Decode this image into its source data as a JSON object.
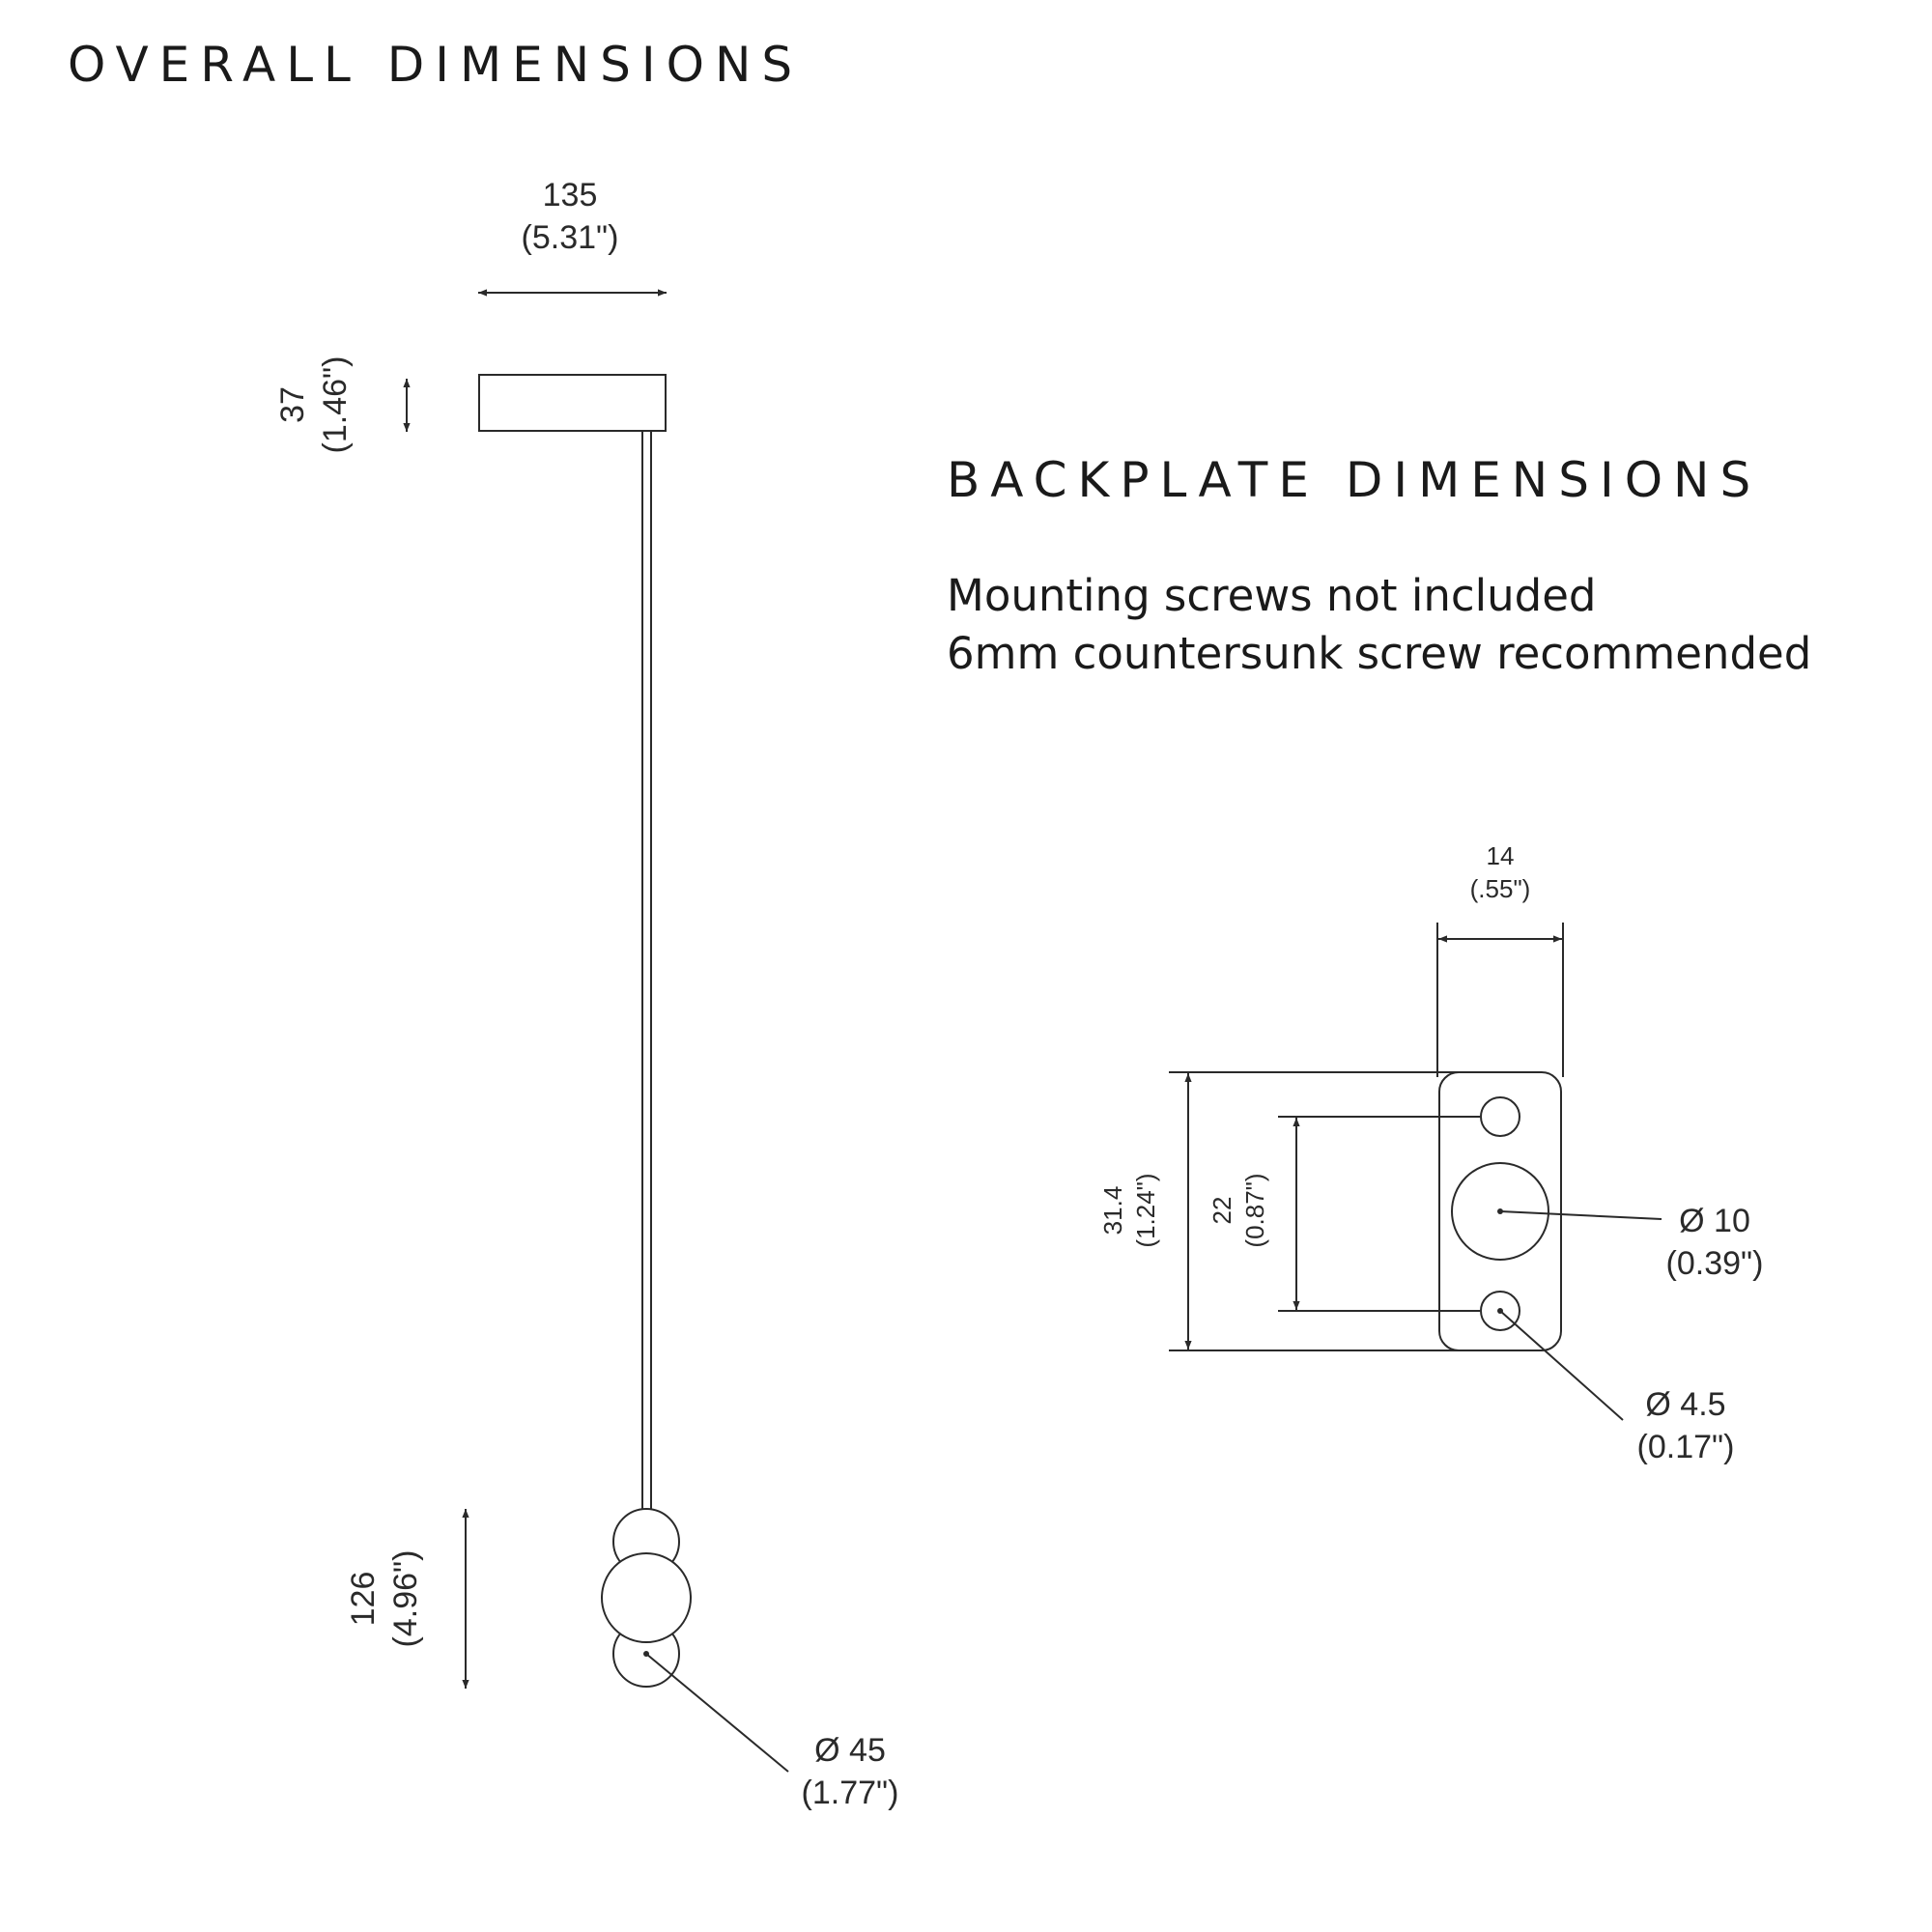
{
  "overall": {
    "title": "OVERALL DIMENSIONS",
    "canopy_width": {
      "mm": "135",
      "in": "(5.31\")"
    },
    "canopy_height": {
      "mm": "37",
      "in": "(1.46\")"
    },
    "shade_height": {
      "mm": "126",
      "in": "(4.96\")"
    },
    "shade_diameter": {
      "mm": "Ø 45",
      "in": "(1.77\")"
    }
  },
  "backplate": {
    "title": "BACKPLATE DIMENSIONS",
    "note_line1": "Mounting screws not included",
    "note_line2": "6mm countersunk screw recommended",
    "width": {
      "mm": "14",
      "in": "(.55\")"
    },
    "height": {
      "mm": "31.4",
      "in": "(1.24\")"
    },
    "hole_spacing": {
      "mm": "22",
      "in": "(0.87\")"
    },
    "center_hole": {
      "mm": "Ø 10",
      "in": "(0.39\")"
    },
    "screw_hole": {
      "mm": "Ø 4.5",
      "in": "(0.17\")"
    }
  }
}
